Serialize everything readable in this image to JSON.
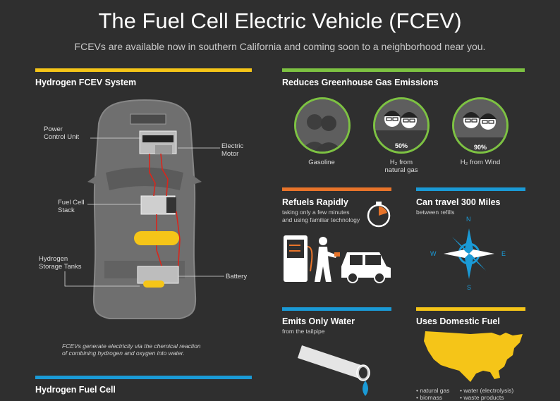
{
  "header": {
    "title": "The Fuel Cell Electric Vehicle (FCEV)",
    "subtitle": "FCEVs are available now in southern California and coming soon to a neighborhood near you."
  },
  "colors": {
    "yellow": "#f5c518",
    "green": "#7dc242",
    "orange": "#e8742a",
    "blue": "#1a9ad6",
    "bg": "#2f2f2f"
  },
  "system": {
    "heading": "Hydrogen FCEV System",
    "labels": {
      "pcu": [
        "Power",
        "Control Unit"
      ],
      "motor": [
        "Electric",
        "Motor"
      ],
      "stack": [
        "Fuel Cell",
        "Stack"
      ],
      "tanks": [
        "Hydrogen",
        "Storage Tanks"
      ],
      "battery": "Battery"
    },
    "caption": [
      "FCEVs generate electricity via the chemical reaction",
      "of combining hydrogen and oxygen into water."
    ]
  },
  "fuel_cell": {
    "heading": "Hydrogen Fuel Cell"
  },
  "emissions": {
    "heading": "Reduces Greenhouse Gas Emissions",
    "items": [
      {
        "caption": "Gasoline",
        "percent": "",
        "icon": "two-people-icon"
      },
      {
        "caption_line1": "H₂ from",
        "caption_line2": "natural gas",
        "percent": "50%",
        "icon": "two-people-icon"
      },
      {
        "caption": "H₂ from Wind",
        "percent": "90%",
        "icon": "two-people-icon"
      }
    ]
  },
  "refuel": {
    "heading": "Refuels Rapidly",
    "sub": [
      "taking only a few minutes",
      "and using familiar technology"
    ]
  },
  "range": {
    "heading": "Can travel 300 Miles",
    "sub": "between refills",
    "compass": {
      "n": "N",
      "s": "S",
      "e": "E",
      "w": "W"
    }
  },
  "water": {
    "heading": "Emits Only Water",
    "sub": "from the tailpipe"
  },
  "domestic": {
    "heading": "Uses Domestic Fuel",
    "sources": [
      "• natural gas",
      "• water (electrolysis)",
      "• biomass",
      "• waste products"
    ]
  }
}
